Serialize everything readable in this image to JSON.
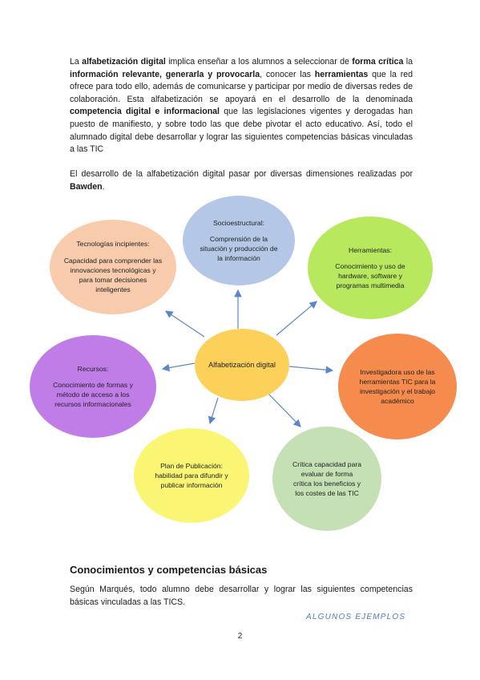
{
  "intro_paragraph": {
    "s1": "La ",
    "b1": "alfabetización digital",
    "s2": " implica enseñar a los alumnos a seleccionar de ",
    "b2": "forma crítica",
    "s3": " la ",
    "b3": "información relevante, generarla y provocarla",
    "s4": ", conocer las ",
    "b4": "herramientas",
    "s5": " que la red ofrece para todo ello, además de comunicarse y participar por medio de diversas redes de colaboración. Esta alfabetización se apoyará en el desarrollo de la denominada ",
    "b5": "competencia digital e informacional",
    "s6": " que las legislaciones vigentes y derogadas han puesto de manifiesto, y sobre todo las que debe pivotar el acto educativo. Así, todo el alumnado digital debe desarrollar y lograr las siguientes competencias básicas vinculadas a las TIC"
  },
  "dimensions_paragraph": {
    "s1": "El desarrollo de la alfabetización digital pasar por diversas dimensiones realizadas por ",
    "b1": "Bawden",
    "s2": "."
  },
  "diagram": {
    "center": "Alfabetización digital",
    "nodes": {
      "socioestructural": {
        "title": "Socioestructural:",
        "body": "Comprensión de la situación y producción de la información",
        "color": "#b4c7e7"
      },
      "tecnologias": {
        "title": "Tecnologías incipientes:",
        "body": "Capacidad para comprender las innovaciones tecnológicas y para tomar decisiones inteligentes",
        "color": "#f8cbad"
      },
      "herramientas": {
        "title": "Herramientas:",
        "body": "Conocimiento y uso de hardware, software y programas multimedia",
        "color": "#b7e85e"
      },
      "recursos": {
        "title": "Recursos:",
        "body": "Conocimiento de formas y método de acceso a los recursos informacionales",
        "color": "#c07de8"
      },
      "investigadora": {
        "title": "",
        "body": "Investigadora uso de las herramientas TIC para la investigación y el trabajo académico",
        "color": "#f58b4c"
      },
      "publicacion": {
        "title": "",
        "body": "Plan de Publicación: habilidad para difundir y publicar información",
        "color": "#fbf574"
      },
      "critica": {
        "title": "",
        "body": "Crítica capacidad para evaluar de forma crítica los beneficios y los costes de las TIC",
        "color": "#c5e0b4"
      },
      "center_color": "#fbd15a"
    }
  },
  "section_heading": "Conocimientos y competencias básicas",
  "closing_paragraph": "Según Marqués, todo alumno debe desarrollar y lograr las siguientes competencias básicas vinculadas a las TICS.",
  "handwritten_note": "ALGUNOS EJEMPLOS",
  "page_number": "2"
}
